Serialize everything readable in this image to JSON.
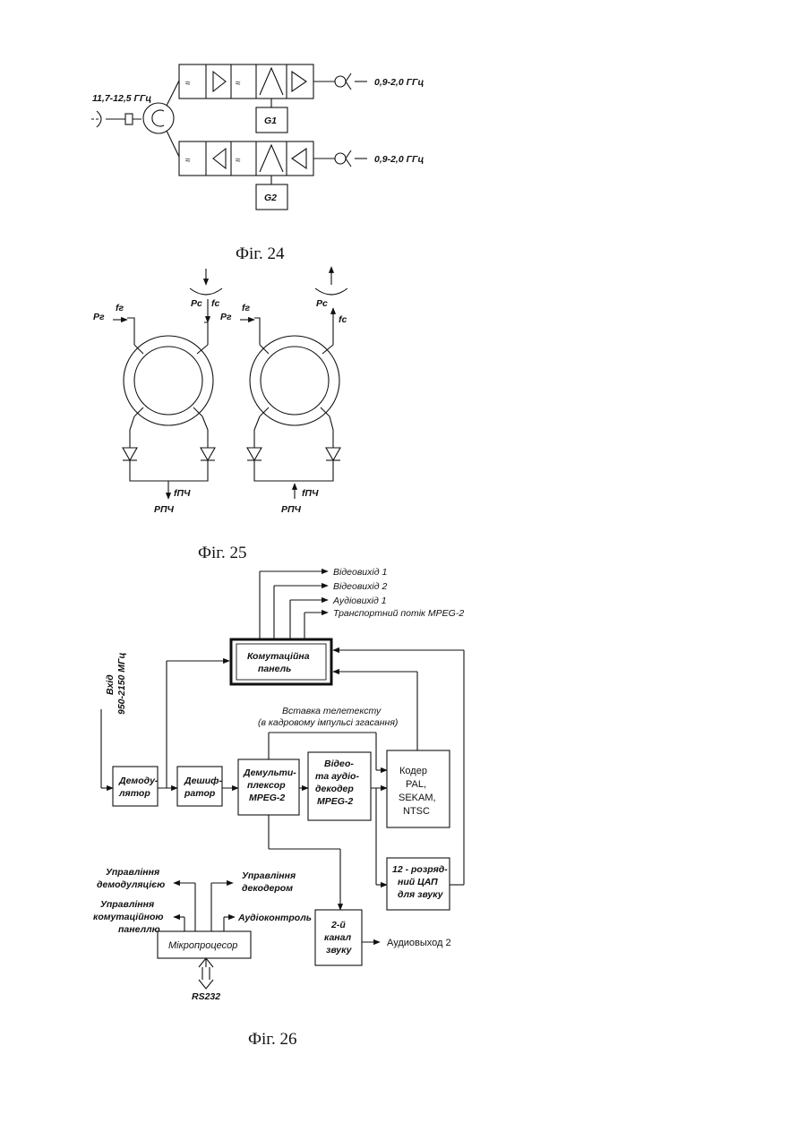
{
  "fig24": {
    "caption": "Фіг. 24",
    "input_band": "11,7-12,5 ГГц",
    "output_band_top": "0,9-2,0 ГГц",
    "output_band_bottom": "0,9-2,0 ГГц",
    "oscillator_top": "G1",
    "oscillator_bottom": "G2",
    "icons": [
      "antenna-feed-icon",
      "circulator-icon",
      "filter-icon",
      "amplifier-icon",
      "mixer-icon",
      "connector-icon"
    ]
  },
  "fig25": {
    "caption": "Фіг. 25",
    "left": {
      "pg": "Pг",
      "fg": "fг",
      "pc": "Pc",
      "fc": "fc",
      "fif": "fПЧ",
      "pif": "PПЧ"
    },
    "right": {
      "pg": "Pг",
      "fg": "fг",
      "pc": "Pc",
      "fc": "fc",
      "fif": "fПЧ",
      "pif": "PПЧ"
    },
    "icons": [
      "dish-icon",
      "ring-coupler-icon",
      "diode-icon"
    ]
  },
  "fig26": {
    "caption": "Фіг. 26",
    "input_label_1": "Вхід",
    "input_label_2": "950-2150 МГц",
    "outputs": [
      "Відеовихід 1",
      "Відеовихід 2",
      "Аудіовихід 1",
      "Транспортний потік MPEG-2"
    ],
    "switch_panel": [
      "Комутаційна",
      "панель"
    ],
    "teletext": [
      "Вставка телетексту",
      "(в кадровому імпульсі згасання)"
    ],
    "demodulator": [
      "Демоду-",
      "лятор"
    ],
    "descrambler": [
      "Дешиф-",
      "ратор"
    ],
    "demux": [
      "Демульти-",
      "плексор",
      "MPEG-2"
    ],
    "av_decoder": [
      "Відео-",
      "та аудіо-",
      "декодер",
      "MPEG-2"
    ],
    "encoder": [
      "Кодер",
      "PAL,",
      "SEKAM,",
      "NTSC"
    ],
    "dac": [
      "12 - розряд-",
      "ний  ЦАП",
      "для звуку"
    ],
    "ch2": [
      "2-й",
      "канал",
      "звуку"
    ],
    "audio_out2": "Аудиовыход 2",
    "microprocessor": "Мікропроцесор",
    "ctrl_demod": [
      "Управління",
      "демодуляцією"
    ],
    "ctrl_decoder": [
      "Управління",
      "декодером"
    ],
    "ctrl_switch": [
      "Управління",
      "комутаційною",
      "панеллю"
    ],
    "audio_control": "Аудіоконтроль",
    "rs232": "RS232"
  }
}
